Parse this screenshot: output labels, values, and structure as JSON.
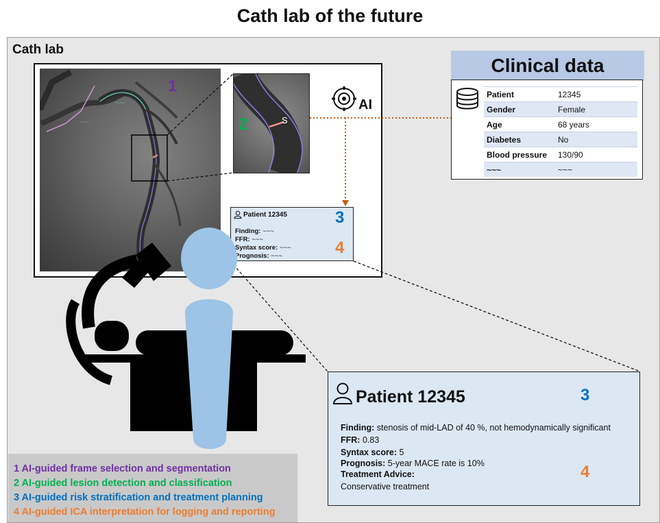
{
  "title": "Cath lab of the future",
  "cath_lab": {
    "label": "Cath lab"
  },
  "steps": {
    "one": "1",
    "two": "2",
    "three": "3",
    "four": "4"
  },
  "ai_label": "AI",
  "zoom_lesion_label": "S",
  "angio_vessel_labels": {
    "upper": "~~~~",
    "left": "~~~~"
  },
  "clinical_data": {
    "title": "Clinical data",
    "rows": [
      {
        "key": "Patient",
        "value": "12345"
      },
      {
        "key": "Gender",
        "value": "Female"
      },
      {
        "key": "Age",
        "value": "68 years"
      },
      {
        "key": "Diabetes",
        "value": "No"
      },
      {
        "key": "Blood pressure",
        "value": "130/90"
      },
      {
        "key": "~~~",
        "value": "~~~"
      }
    ]
  },
  "report_small": {
    "patient": "Patient 12345",
    "finding": "Finding:",
    "finding_val": "~~~",
    "ffr": "FFR:",
    "ffr_val": "~~~",
    "syntax": "Syntax score:",
    "syntax_val": "~~~",
    "prognosis": "Prognosis:",
    "prognosis_val": "~~~"
  },
  "report_big": {
    "patient": "Patient 12345",
    "finding_label": "Finding:",
    "finding_value": "stenosis of mid-LAD of 40 %, not hemodynamically significant",
    "ffr_label": "FFR:",
    "ffr_value": "0.83",
    "syntax_label": "Syntax score:",
    "syntax_value": "5",
    "prognosis_label": "Prognosis:",
    "prognosis_value": "5-year MACE rate is 10%",
    "treatment_label": "Treatment Advice:",
    "treatment_value": "Conservative treatment"
  },
  "legend": [
    {
      "text": "1 AI-guided frame selection and segmentation",
      "color": "#7030a0"
    },
    {
      "text": "2 AI-guided  lesion detection and classification",
      "color": "#00b050"
    },
    {
      "text": "3 AI-guided risk stratification and treatment planning",
      "color": "#0070c0"
    },
    {
      "text": "4 AI-guided ICA interpretation for logging and reporting",
      "color": "#ed7d31"
    }
  ],
  "colors": {
    "purple": "#7030a0",
    "green": "#00b050",
    "blue": "#0070c0",
    "orange": "#ed7d31",
    "person": "#9dc3e6",
    "clinical_header": "#b7c9e5",
    "report_bg": "#dbe7f3"
  }
}
